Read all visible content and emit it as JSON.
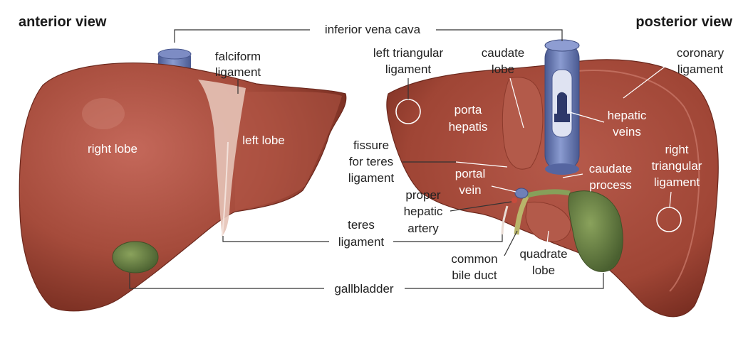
{
  "titles": {
    "anterior": "anterior view",
    "posterior": "posterior view"
  },
  "labels": {
    "inferior_vena_cava": "inferior vena cava",
    "falciform_line1": "falciform",
    "falciform_line2": "ligament",
    "right_lobe": "right lobe",
    "left_lobe": "left lobe",
    "teres_line1": "teres",
    "teres_line2": "ligament",
    "gallbladder": "gallbladder",
    "left_triangular_line1": "left triangular",
    "left_triangular_line2": "ligament",
    "caudate_lobe_line1": "caudate",
    "caudate_lobe_line2": "lobe",
    "coronary_line1": "coronary",
    "coronary_line2": "ligament",
    "porta_hepatis_line1": "porta",
    "porta_hepatis_line2": "hepatis",
    "hepatic_veins_line1": "hepatic",
    "hepatic_veins_line2": "veins",
    "fissure_line1": "fissure",
    "fissure_line2": "for teres",
    "fissure_line3": "ligament",
    "right_triangular_line1": "right",
    "right_triangular_line2": "triangular",
    "right_triangular_line3": "ligament",
    "portal_vein_line1": "portal",
    "portal_vein_line2": "vein",
    "caudate_process_line1": "caudate",
    "caudate_process_line2": "process",
    "proper_hepatic_line1": "proper",
    "proper_hepatic_line2": "hepatic",
    "proper_hepatic_line3": "artery",
    "common_bile_line1": "common",
    "common_bile_line2": "bile duct",
    "quadrate_line1": "quadrate",
    "quadrate_line2": "lobe"
  },
  "colors": {
    "liver": "#a84a3a",
    "liver_dark": "#7d2f22",
    "liver_light": "#c8675a",
    "vein": "#6f80b8",
    "vein_dark": "#46558c",
    "gallbladder": "#6f8a48",
    "gallbladder_dark": "#4b6131",
    "ligament": "#e8cfc4"
  }
}
